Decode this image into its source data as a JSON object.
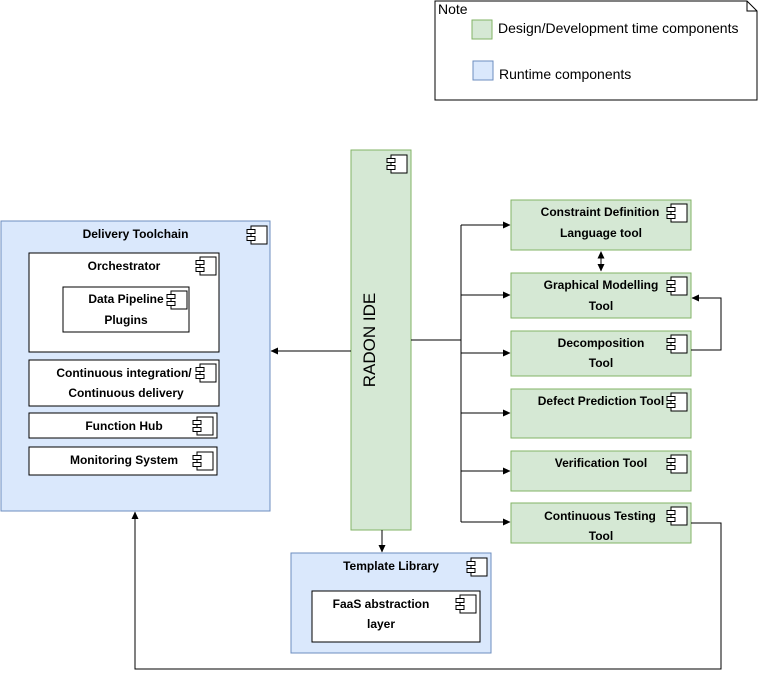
{
  "note": {
    "title": "Note",
    "legend": [
      {
        "label": "Design/Development time components",
        "color": "#d5e8d4"
      },
      {
        "label": "Runtime components",
        "color": "#dae8fc"
      }
    ]
  },
  "colors": {
    "design_fill": "#d5e8d4",
    "design_stroke": "#82b366",
    "runtime_fill": "#dae8fc",
    "runtime_stroke": "#6c8ebf"
  },
  "radon_ide": {
    "label": "RADON IDE"
  },
  "delivery_toolchain": {
    "title": "Delivery Toolchain",
    "orchestrator": "Orchestrator",
    "data_pipeline": [
      "Data Pipeline",
      "Plugins"
    ],
    "ci_cd": [
      "Continuous integration/",
      "Continuous delivery"
    ],
    "function_hub": "Function Hub",
    "monitoring": "Monitoring System"
  },
  "template_library": {
    "title": "Template Library",
    "faas": [
      "FaaS abstraction",
      "layer"
    ]
  },
  "tools": {
    "constraint": [
      "Constraint Definition",
      "Language tool"
    ],
    "graphical": [
      "Graphical Modelling",
      "Tool"
    ],
    "decomposition": [
      "Decomposition",
      "Tool"
    ],
    "defect": [
      "Defect Prediction Tool"
    ],
    "verification": [
      "Verification Tool"
    ],
    "testing": [
      "Continuous Testing",
      "Tool"
    ]
  },
  "icon": "uml-component-icon"
}
